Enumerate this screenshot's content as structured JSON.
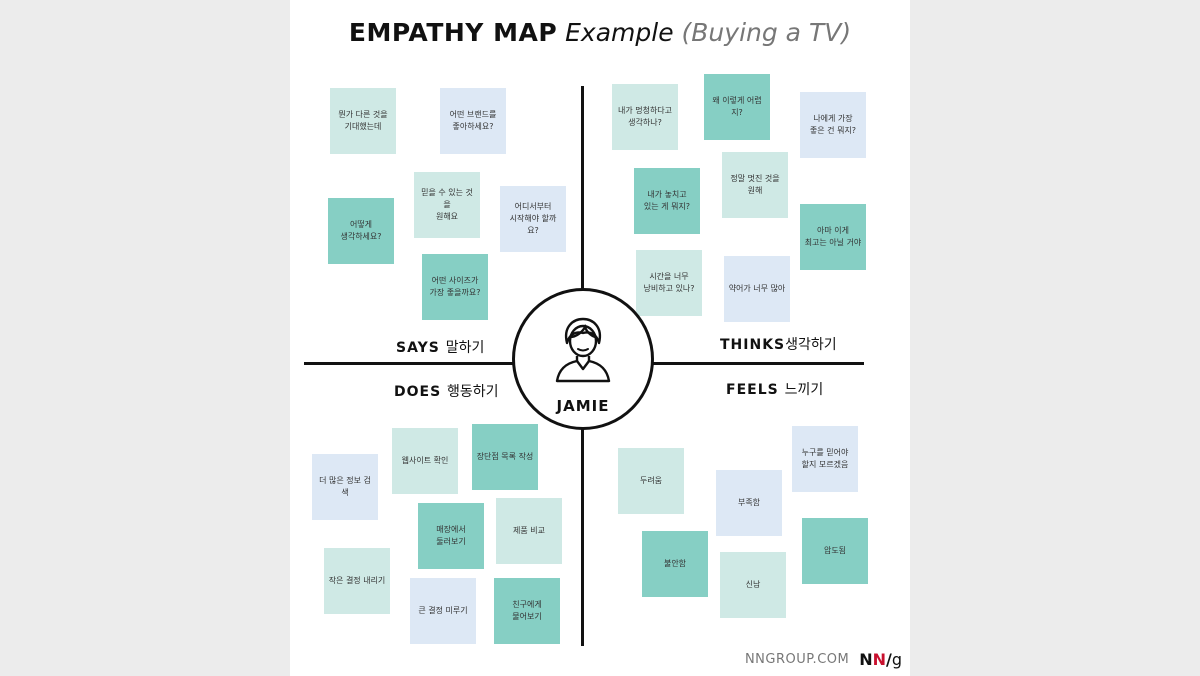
{
  "title": {
    "main": "EMPATHY MAP",
    "example": "Example",
    "subtitle": "(Buying a TV)"
  },
  "persona": {
    "name": "JAMIE",
    "icon": "person-icon"
  },
  "quadrants": {
    "says": {
      "label_en": "SAYS",
      "label_ko": "말하기",
      "notes": [
        "뭔가 다른 것을\n기대했는데",
        "어떤 브랜드를\n좋아하세요?",
        "믿을 수 있는 것을\n원해요",
        "어디서부터\n시작해야 할까요?",
        "어떻게\n생각하세요?",
        "어떤 사이즈가\n가장 좋을까요?"
      ]
    },
    "thinks": {
      "label_en": "THINKS",
      "label_ko": "생각하기",
      "notes": [
        "내가 멍청하다고\n생각하나?",
        "왜 이렇게 어렵지?",
        "나에게 가장\n좋은 건 뭐지?",
        "정말 멋진 것을\n원해",
        "내가 놓치고\n있는 게 뭐지?",
        "아마 이게\n최고는 아닐 거야",
        "시간을 너무\n낭비하고 있나?",
        "약어가 너무 많아"
      ]
    },
    "does": {
      "label_en": "DOES",
      "label_ko": "행동하기",
      "notes": [
        "웹사이트 확인",
        "장단점 목록 작성",
        "더 많은 정보 검색",
        "매장에서\n둘러보기",
        "제품 비교",
        "작은 결정 내리기",
        "큰 결정 미루기",
        "친구에게\n물어보기"
      ]
    },
    "feels": {
      "label_en": "FEELS",
      "label_ko": "느끼기",
      "notes": [
        "두려움",
        "누구를 믿어야\n할지 모르겠음",
        "부족함",
        "압도됨",
        "불안함",
        "신남"
      ]
    }
  },
  "footer": {
    "url": "NNGROUP.COM",
    "logo_n1": "N",
    "logo_n2": "N",
    "logo_slash": "/",
    "logo_g": "g"
  },
  "colors": {
    "teal": "#86cfc4",
    "light_teal": "#cfe9e5",
    "light_blue": "#dde8f5",
    "axis": "#111111",
    "logo_red": "#c8102e"
  }
}
